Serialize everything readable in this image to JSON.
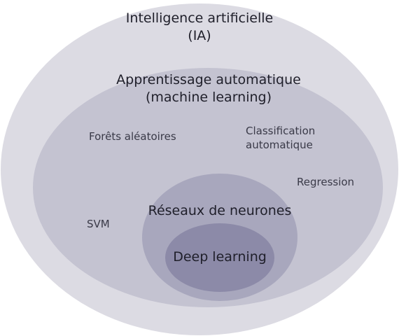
{
  "diagram": {
    "colors": {
      "ai": "#dcdbe3",
      "ml": "#c4c3d1",
      "nn": "#a8a7bd",
      "dl": "#8c8aa8"
    },
    "ai": {
      "line1": "Intelligence artificielle",
      "line2": "(IA)"
    },
    "ml": {
      "line1": "Apprentissage automatique",
      "line2": "(machine learning)"
    },
    "examples": {
      "forests": "Forêts aléatoires",
      "classification_line1": "Classification",
      "classification_line2": "automatique",
      "regression": "Regression",
      "svm": "SVM"
    },
    "nn": {
      "label": "Réseaux de neurones"
    },
    "dl": {
      "label": "Deep learning"
    }
  }
}
